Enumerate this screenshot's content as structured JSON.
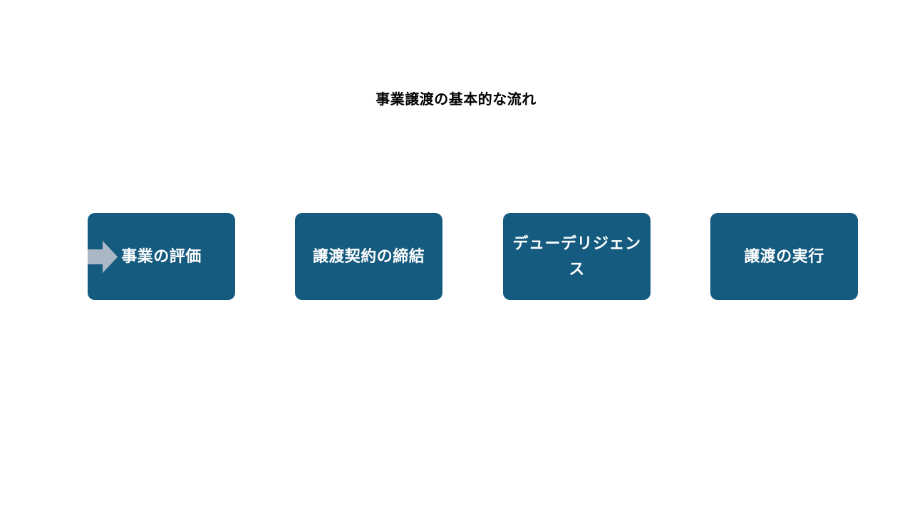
{
  "slide": {
    "title": "事業譲渡の基本的な流れ",
    "background_color": "#ffffff",
    "box_color": "#155b7f",
    "box_text_color": "#ffffff",
    "arrow_color": "#aab7c4",
    "title_color": "#000000"
  },
  "diagram_data": {
    "type": "process-flow",
    "orientation": "horizontal",
    "title": "事業譲渡の基本的な流れ",
    "step_count": 4,
    "connector": "block-arrow",
    "steps": [
      {
        "index": 1,
        "label": "事業の評価"
      },
      {
        "index": 2,
        "label": "譲渡契約の締結"
      },
      {
        "index": 3,
        "label": "デューデリジェンス"
      },
      {
        "index": 4,
        "label": "譲渡の実行"
      }
    ],
    "arrows": [
      {
        "from": 1,
        "to": 2,
        "glyph": "right-arrow"
      },
      {
        "from": 2,
        "to": 3,
        "glyph": "right-arrow"
      },
      {
        "from": 3,
        "to": 4,
        "glyph": "right-arrow"
      }
    ]
  }
}
